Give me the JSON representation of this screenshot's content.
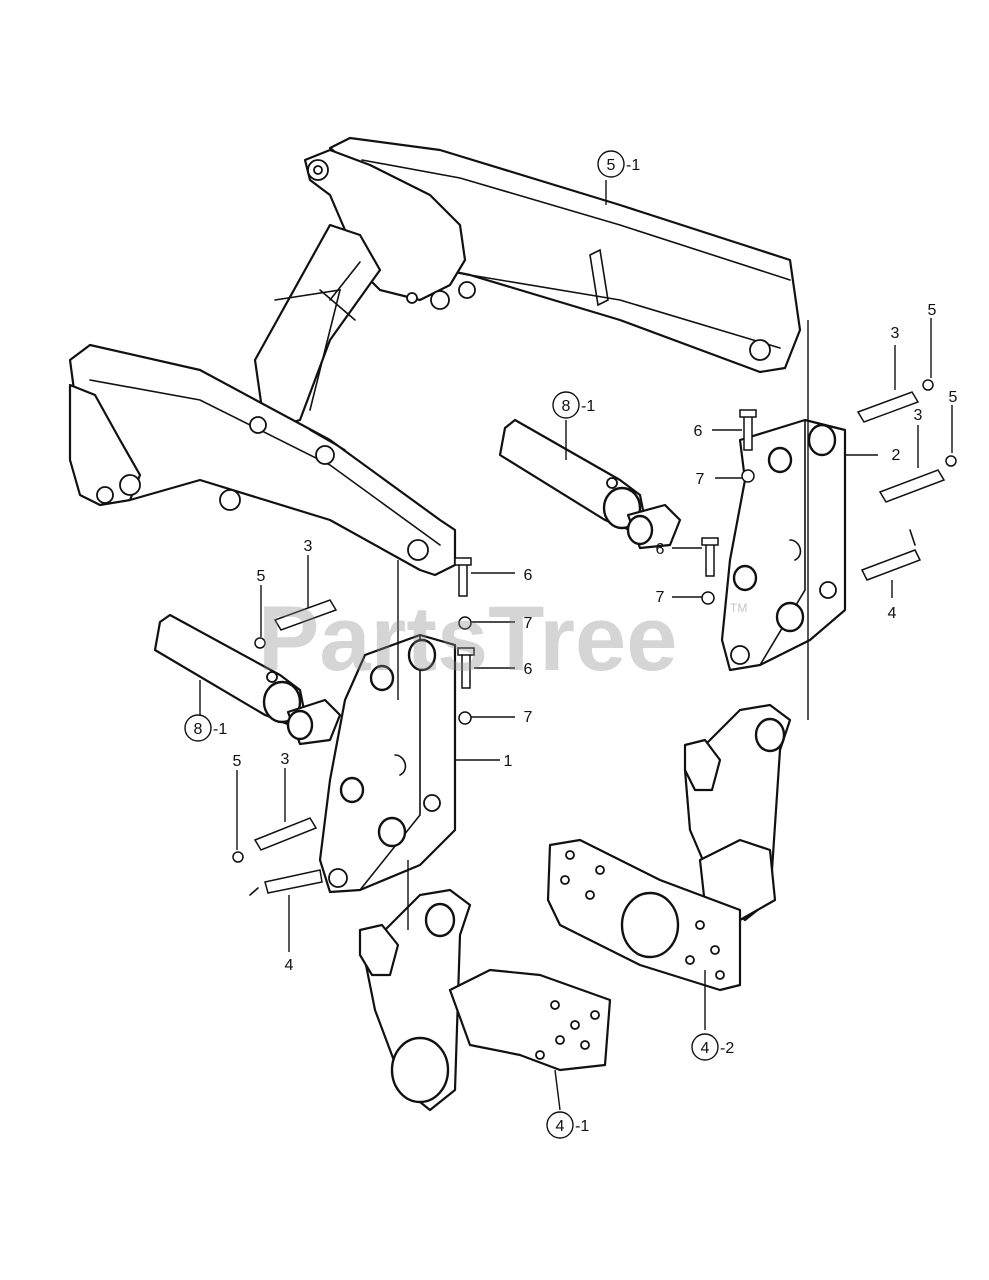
{
  "watermark": {
    "text": "PartsTree",
    "trademark": "TM"
  },
  "callouts": {
    "c5_1": {
      "number": "5",
      "suffix": "-1"
    },
    "c8_1_right": {
      "number": "8",
      "suffix": "-1"
    },
    "c8_1_left": {
      "number": "8",
      "suffix": "-1"
    },
    "c4_2": {
      "number": "4",
      "suffix": "-2"
    },
    "c4_1": {
      "number": "4",
      "suffix": "-1"
    }
  },
  "labels": {
    "r3a": "3",
    "r5a": "5",
    "r3b": "3",
    "r5b": "5",
    "r6a": "6",
    "r7a": "7",
    "r2": "2",
    "r6b": "6",
    "r7b": "7",
    "r4": "4",
    "l3a": "3",
    "l5a": "5",
    "l6a": "6",
    "l7a": "7",
    "l6b": "6",
    "l7b": "7",
    "l1": "1",
    "l3b": "3",
    "l5b": "5",
    "l4": "4"
  }
}
